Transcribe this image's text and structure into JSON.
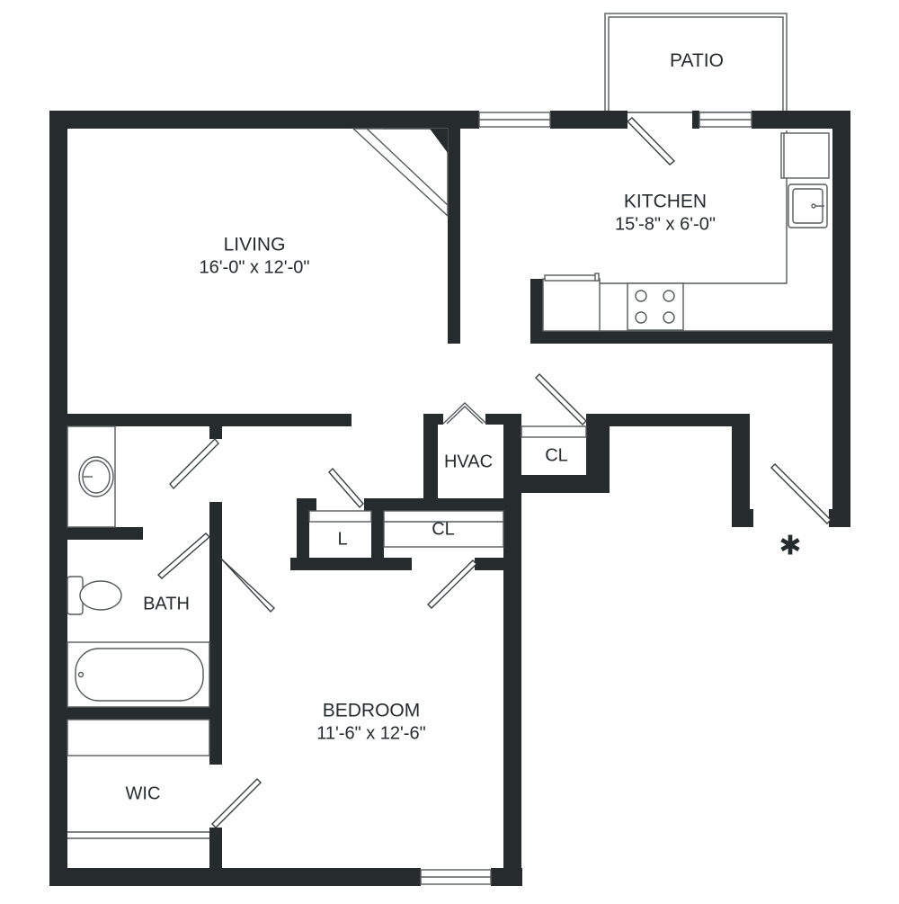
{
  "rooms": {
    "patio": {
      "name": "PATIO"
    },
    "kitchen": {
      "name": "KITCHEN",
      "size": "15'-8\" x 6'-0\""
    },
    "living": {
      "name": "LIVING",
      "size": "16'-0\" x 12'-0\""
    },
    "hvac": {
      "name": "HVAC"
    },
    "closet_upper": {
      "name": "CL"
    },
    "closet_lower": {
      "name": "CL"
    },
    "linen": {
      "name": "L"
    },
    "bath": {
      "name": "BATH"
    },
    "bedroom": {
      "name": "BEDROOM",
      "size": "11'-6\" x 12'-6\""
    },
    "wic": {
      "name": "WIC"
    }
  },
  "marker": {
    "symbol": "✱"
  },
  "colors": {
    "wall": "#262b2d",
    "fixture": "#555a5c",
    "background": "#ffffff"
  }
}
